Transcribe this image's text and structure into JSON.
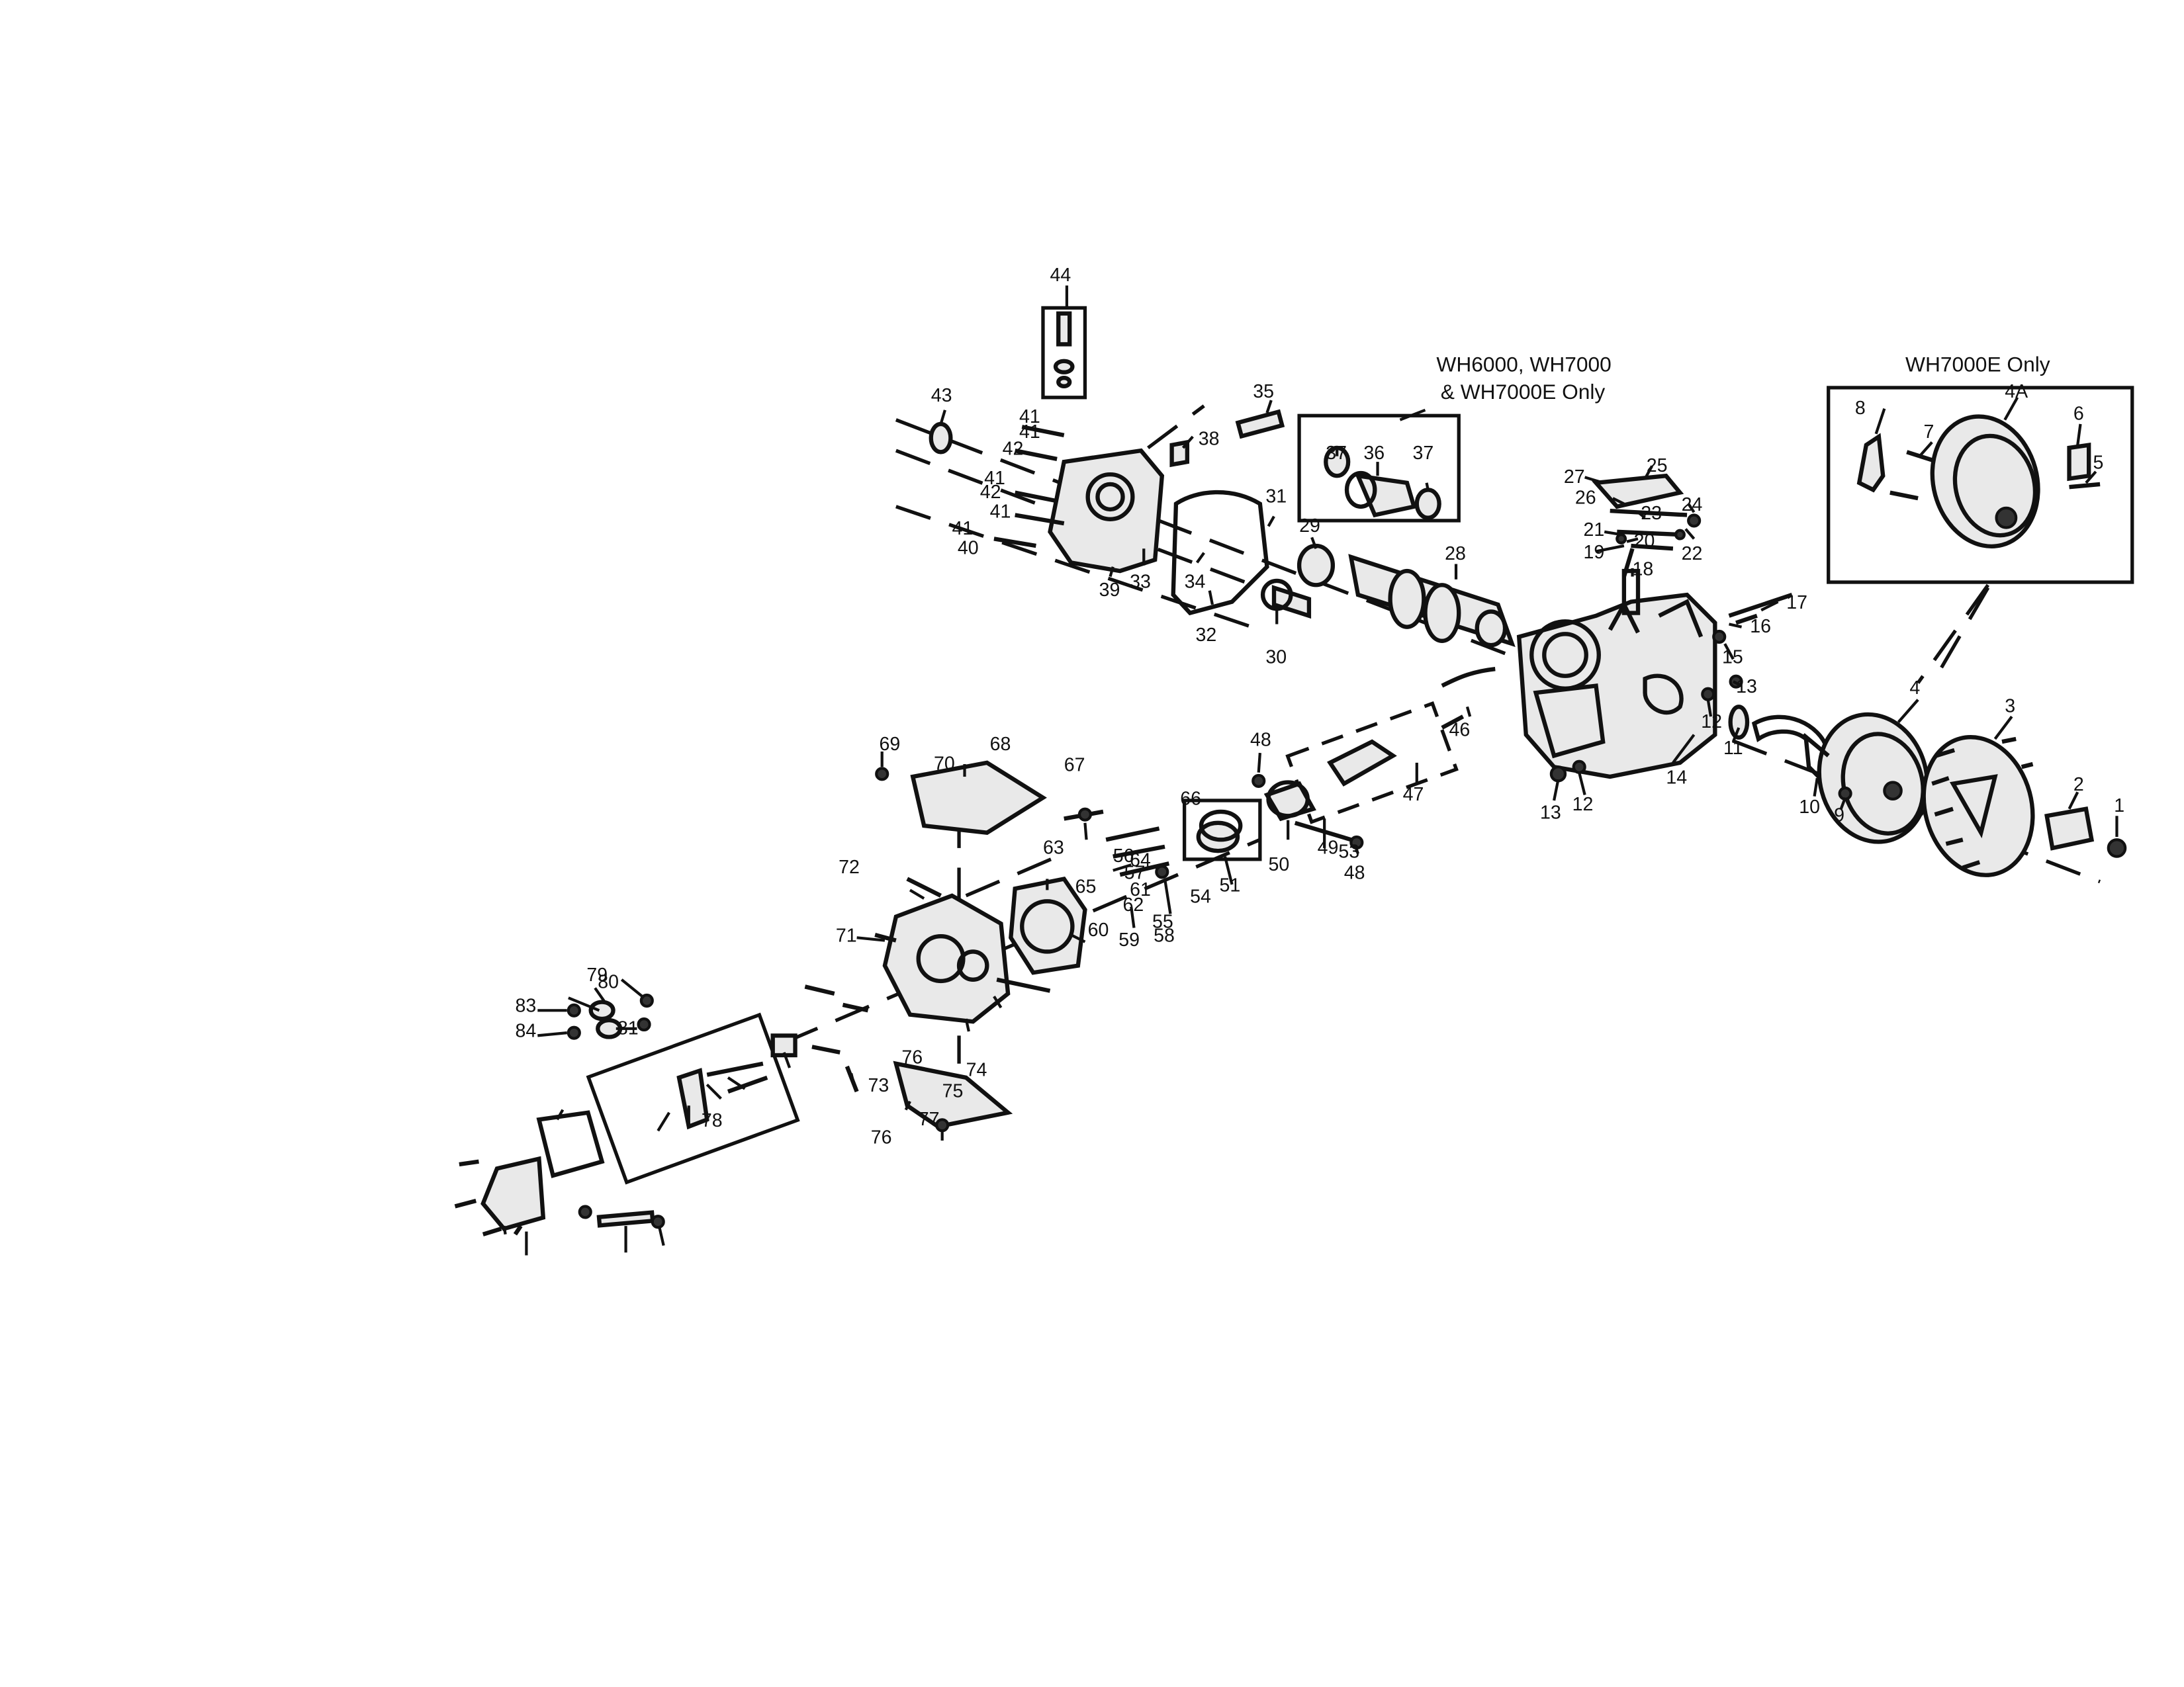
{
  "notes": {
    "wh6000_line1": "WH6000, WH7000",
    "wh6000_line2": "& WH7000E Only",
    "wh7000e_only": "WH7000E Only"
  },
  "parts": [
    {
      "id": "p1",
      "label": "1"
    },
    {
      "id": "p2",
      "label": "2"
    },
    {
      "id": "p3",
      "label": "3"
    },
    {
      "id": "p4",
      "label": "4"
    },
    {
      "id": "p4a",
      "label": "4A"
    },
    {
      "id": "p5",
      "label": "5"
    },
    {
      "id": "p6",
      "label": "6"
    },
    {
      "id": "p7",
      "label": "7"
    },
    {
      "id": "p8",
      "label": "8"
    },
    {
      "id": "p9",
      "label": "9"
    },
    {
      "id": "p10",
      "label": "10"
    },
    {
      "id": "p11",
      "label": "11"
    },
    {
      "id": "p12a",
      "label": "12"
    },
    {
      "id": "p12b",
      "label": "12"
    },
    {
      "id": "p13a",
      "label": "13"
    },
    {
      "id": "p13b",
      "label": "13"
    },
    {
      "id": "p14",
      "label": "14"
    },
    {
      "id": "p15",
      "label": "15"
    },
    {
      "id": "p16",
      "label": "16"
    },
    {
      "id": "p17",
      "label": "17"
    },
    {
      "id": "p18",
      "label": "18"
    },
    {
      "id": "p19",
      "label": "19"
    },
    {
      "id": "p20",
      "label": "20"
    },
    {
      "id": "p21",
      "label": "21"
    },
    {
      "id": "p22",
      "label": "22"
    },
    {
      "id": "p23",
      "label": "23"
    },
    {
      "id": "p24",
      "label": "24"
    },
    {
      "id": "p25",
      "label": "25"
    },
    {
      "id": "p26",
      "label": "26"
    },
    {
      "id": "p27",
      "label": "27"
    },
    {
      "id": "p28",
      "label": "28"
    },
    {
      "id": "p29",
      "label": "29"
    },
    {
      "id": "p30",
      "label": "30"
    },
    {
      "id": "p31",
      "label": "31"
    },
    {
      "id": "p32",
      "label": "32"
    },
    {
      "id": "p33",
      "label": "33"
    },
    {
      "id": "p34",
      "label": "34"
    },
    {
      "id": "p35",
      "label": "35"
    },
    {
      "id": "p36",
      "label": "36"
    },
    {
      "id": "p37a",
      "label": "37"
    },
    {
      "id": "p37b",
      "label": "37"
    },
    {
      "id": "p38",
      "label": "38"
    },
    {
      "id": "p39",
      "label": "39"
    },
    {
      "id": "p40",
      "label": "40"
    },
    {
      "id": "p41a",
      "label": "41"
    },
    {
      "id": "p41b",
      "label": "41"
    },
    {
      "id": "p41c",
      "label": "41"
    },
    {
      "id": "p41d",
      "label": "41"
    },
    {
      "id": "p41e",
      "label": "41"
    },
    {
      "id": "p42a",
      "label": "42"
    },
    {
      "id": "p42b",
      "label": "42"
    },
    {
      "id": "p43",
      "label": "43"
    },
    {
      "id": "p44",
      "label": "44"
    },
    {
      "id": "p46",
      "label": "46"
    },
    {
      "id": "p47",
      "label": "47"
    },
    {
      "id": "p48a",
      "label": "48"
    },
    {
      "id": "p48b",
      "label": "48"
    },
    {
      "id": "p49",
      "label": "49"
    },
    {
      "id": "p50",
      "label": "50"
    },
    {
      "id": "p51",
      "label": "51"
    },
    {
      "id": "p53",
      "label": "53"
    },
    {
      "id": "p54",
      "label": "54"
    },
    {
      "id": "p55",
      "label": "55"
    },
    {
      "id": "p56",
      "label": "56"
    },
    {
      "id": "p57",
      "label": "57"
    },
    {
      "id": "p58",
      "label": "58"
    },
    {
      "id": "p59",
      "label": "59"
    },
    {
      "id": "p60",
      "label": "60"
    },
    {
      "id": "p61",
      "label": "61"
    },
    {
      "id": "p62",
      "label": "62"
    },
    {
      "id": "p63",
      "label": "63"
    },
    {
      "id": "p64",
      "label": "64"
    },
    {
      "id": "p65",
      "label": "65"
    },
    {
      "id": "p66",
      "label": "66"
    },
    {
      "id": "p67",
      "label": "67"
    },
    {
      "id": "p68",
      "label": "68"
    },
    {
      "id": "p69",
      "label": "69"
    },
    {
      "id": "p70",
      "label": "70"
    },
    {
      "id": "p71",
      "label": "71"
    },
    {
      "id": "p72",
      "label": "72"
    },
    {
      "id": "p73",
      "label": "73"
    },
    {
      "id": "p74",
      "label": "74"
    },
    {
      "id": "p75",
      "label": "75"
    },
    {
      "id": "p76a",
      "label": "76"
    },
    {
      "id": "p76b",
      "label": "76"
    },
    {
      "id": "p77",
      "label": "77"
    },
    {
      "id": "p78",
      "label": "78"
    },
    {
      "id": "p79",
      "label": "79"
    },
    {
      "id": "p80",
      "label": "80"
    },
    {
      "id": "p81",
      "label": "81"
    },
    {
      "id": "p83",
      "label": "83"
    },
    {
      "id": "p84",
      "label": "84"
    }
  ]
}
